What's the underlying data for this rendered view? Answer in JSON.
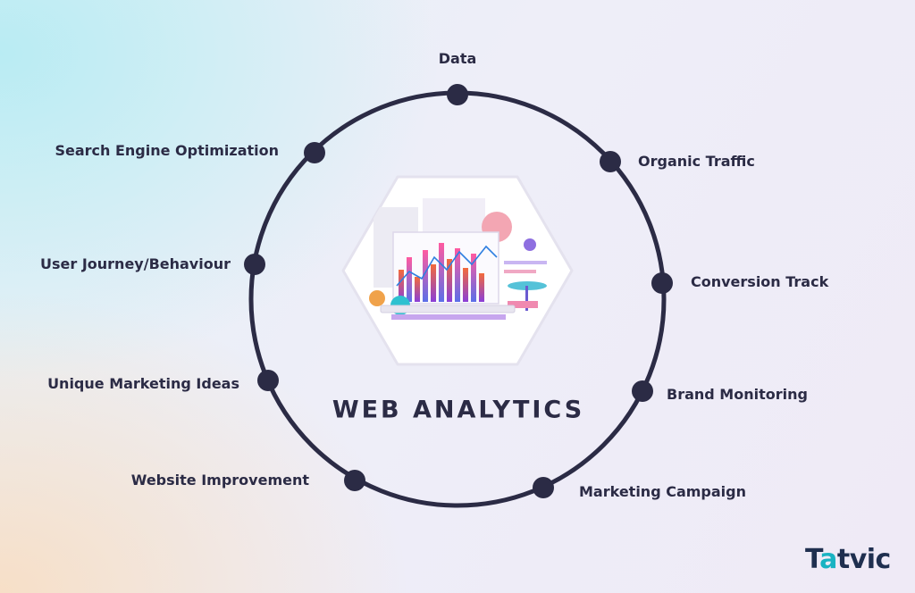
{
  "diagram": {
    "center_title": "WEB ANALYTICS",
    "nodes": [
      {
        "label": "Data",
        "side": "top"
      },
      {
        "label": "Organic Traffic",
        "side": "right"
      },
      {
        "label": "Conversion Track",
        "side": "right"
      },
      {
        "label": "Brand Monitoring",
        "side": "right"
      },
      {
        "label": "Marketing Campaign",
        "side": "right"
      },
      {
        "label": "Website Improvement",
        "side": "left"
      },
      {
        "label": "Unique Marketing Ideas",
        "side": "left"
      },
      {
        "label": "User Journey/Behaviour",
        "side": "left"
      },
      {
        "label": "Search Engine Optimization",
        "side": "left"
      }
    ]
  },
  "logo": {
    "prefix": "T",
    "mark": "a",
    "suffix": "tvic"
  },
  "colors": {
    "ring": "#2b2b45",
    "text": "#2b2b45",
    "logo_text": "#1f2f4f",
    "logo_accent": "#19b3c2"
  },
  "icons": {
    "center_illustration": "laptop-analytics-illustration-icon",
    "logo": "tatvic-logo"
  }
}
